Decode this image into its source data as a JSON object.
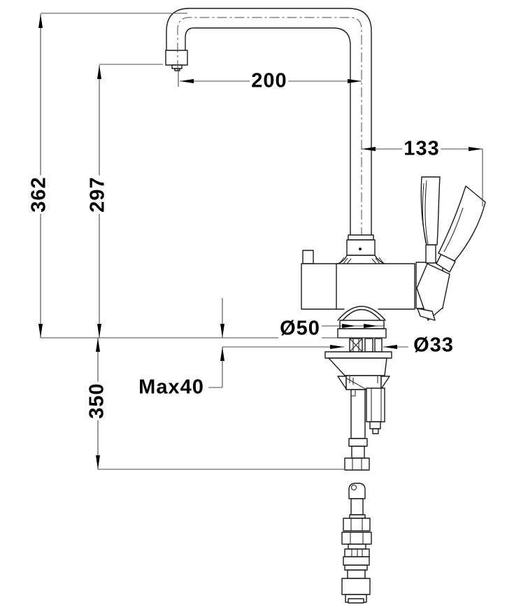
{
  "drawing": {
    "type": "technical-dimension-drawing",
    "subject": "kitchen mixer tap side view with installation dimensions",
    "units": "mm",
    "colors": {
      "background": "#ffffff",
      "line": "#1a1a1a",
      "dimension_line": "#4a4a4a",
      "text": "#000000"
    },
    "dimensions": {
      "overall_height": "362",
      "spout_outlet_height": "297",
      "spout_reach": "200",
      "handle_offset": "133",
      "base_diameter": "Ø50",
      "mounting_hole_diameter": "Ø33",
      "max_deck_thickness": "Max40",
      "supply_length": "350"
    }
  }
}
